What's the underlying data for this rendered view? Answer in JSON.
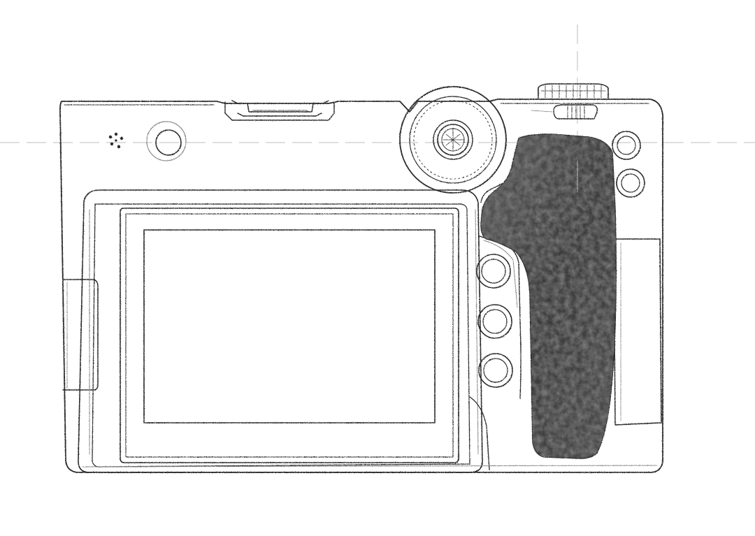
{
  "drawing": {
    "subject": "camera-back-sketch",
    "colors": {
      "paper": "#ffffff",
      "ink": "#2b2b2b",
      "shade": "#8a8a8a",
      "guide": "#b8b8b8",
      "grip_dark": "#3e3e3e",
      "grip_mid": "#6a6a6a"
    },
    "front_buttons": 3,
    "right_buttons": 2
  }
}
